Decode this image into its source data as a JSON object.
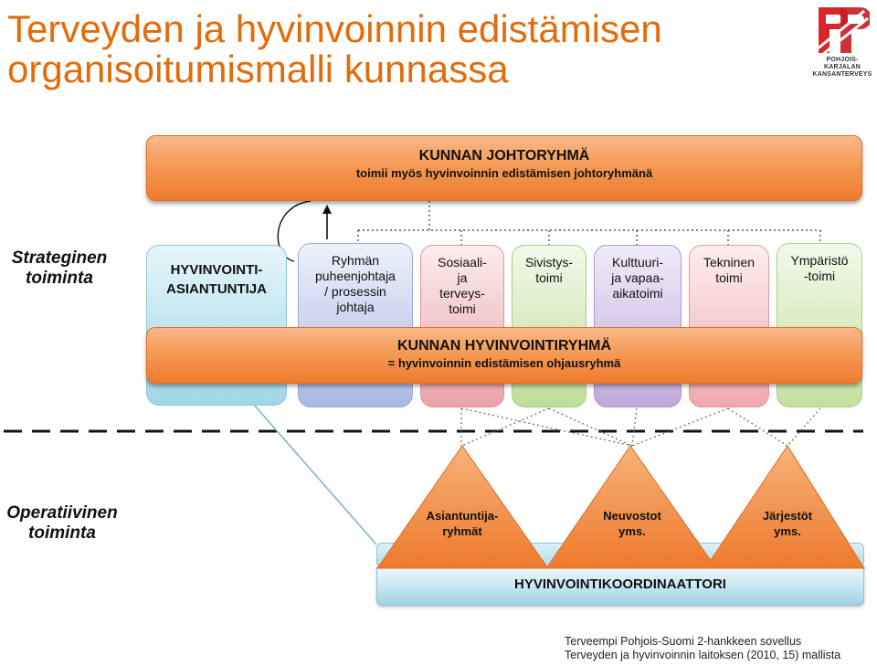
{
  "title": {
    "line1": "Terveyden ja hyvinvoinnin edistämisen",
    "line2": "organisoitumismalli kunnassa"
  },
  "logo": {
    "icon": "stylized-double-p-logo-icon",
    "text_line1": "POHJOIS-KARJALAN",
    "text_line2": "KANSANTERVEYS"
  },
  "levels": {
    "strategic": "Strateginen toiminta",
    "operative": "Operatiivinen toiminta"
  },
  "top_bar": {
    "title": "KUNNAN JOHTORYHMÄ",
    "subtitle": "toimii myös hyvinvoinnin edistämisen johtoryhmänä"
  },
  "boxes": [
    {
      "label": "HYVINVOINTI-\nASIANTUNTIJA",
      "color": "#9FD6E6"
    },
    {
      "label": "Ryhmän\npuheenjohtaja\n/ prosessin\njohtaja",
      "color": "#A9B9E4"
    },
    {
      "label": "Sosiaali-\nja\nterveys-\ntoimi",
      "color": "#EAA3A8"
    },
    {
      "label": "Sivistys-\ntoimi",
      "color": "#BEDD99"
    },
    {
      "label": "Kulttuuri-\nja vapaa-\naikatoimi",
      "color": "#BFA9DC"
    },
    {
      "label": "Tekninen\ntoimi",
      "color": "#F0A9AE"
    },
    {
      "label": "Ympäristö\n-toimi",
      "color": "#C4E09E"
    }
  ],
  "middle_bar": {
    "title": "KUNNAN HYVINVOINTIRYHMÄ",
    "subtitle": "= hyvinvoinnin edistämisen ohjausryhmä"
  },
  "triangles": [
    {
      "label": "Asiantuntija-\nryhmät"
    },
    {
      "label": "Neuvostot\nyms."
    },
    {
      "label": "Järjestöt\nyms."
    }
  ],
  "coordinator": "HYVINVOINTIKOORDINAATTORI",
  "footer": {
    "line1": "Terveempi Pohjois-Suomi 2-hankkeen sovellus",
    "line2": "Terveyden ja hyvinvoinnin laitoksen (2010, 15) mallista"
  },
  "colors": {
    "title": "#E36C0A",
    "bar_orange": "#F59A55",
    "coordinator_blue": "#C7E7F1"
  }
}
